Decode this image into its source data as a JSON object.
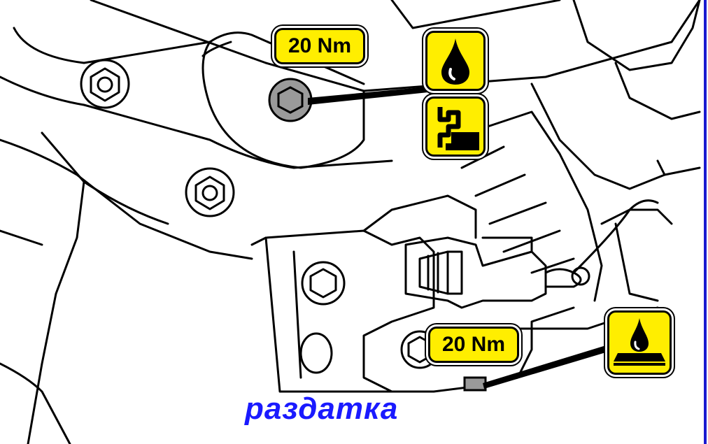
{
  "callouts": {
    "torque_top": "20 Nm",
    "torque_bottom": "20 Nm"
  },
  "icons": {
    "oil_fill": "oil-drop-icon",
    "fill_level": "fill-level-icon",
    "oil_drain": "oil-drain-pan-icon"
  },
  "caption": "раздатка",
  "colors": {
    "badge_yellow": "#ffee00",
    "caption_blue": "#1a1aff",
    "bolt_grey": "#9a9a9a"
  }
}
